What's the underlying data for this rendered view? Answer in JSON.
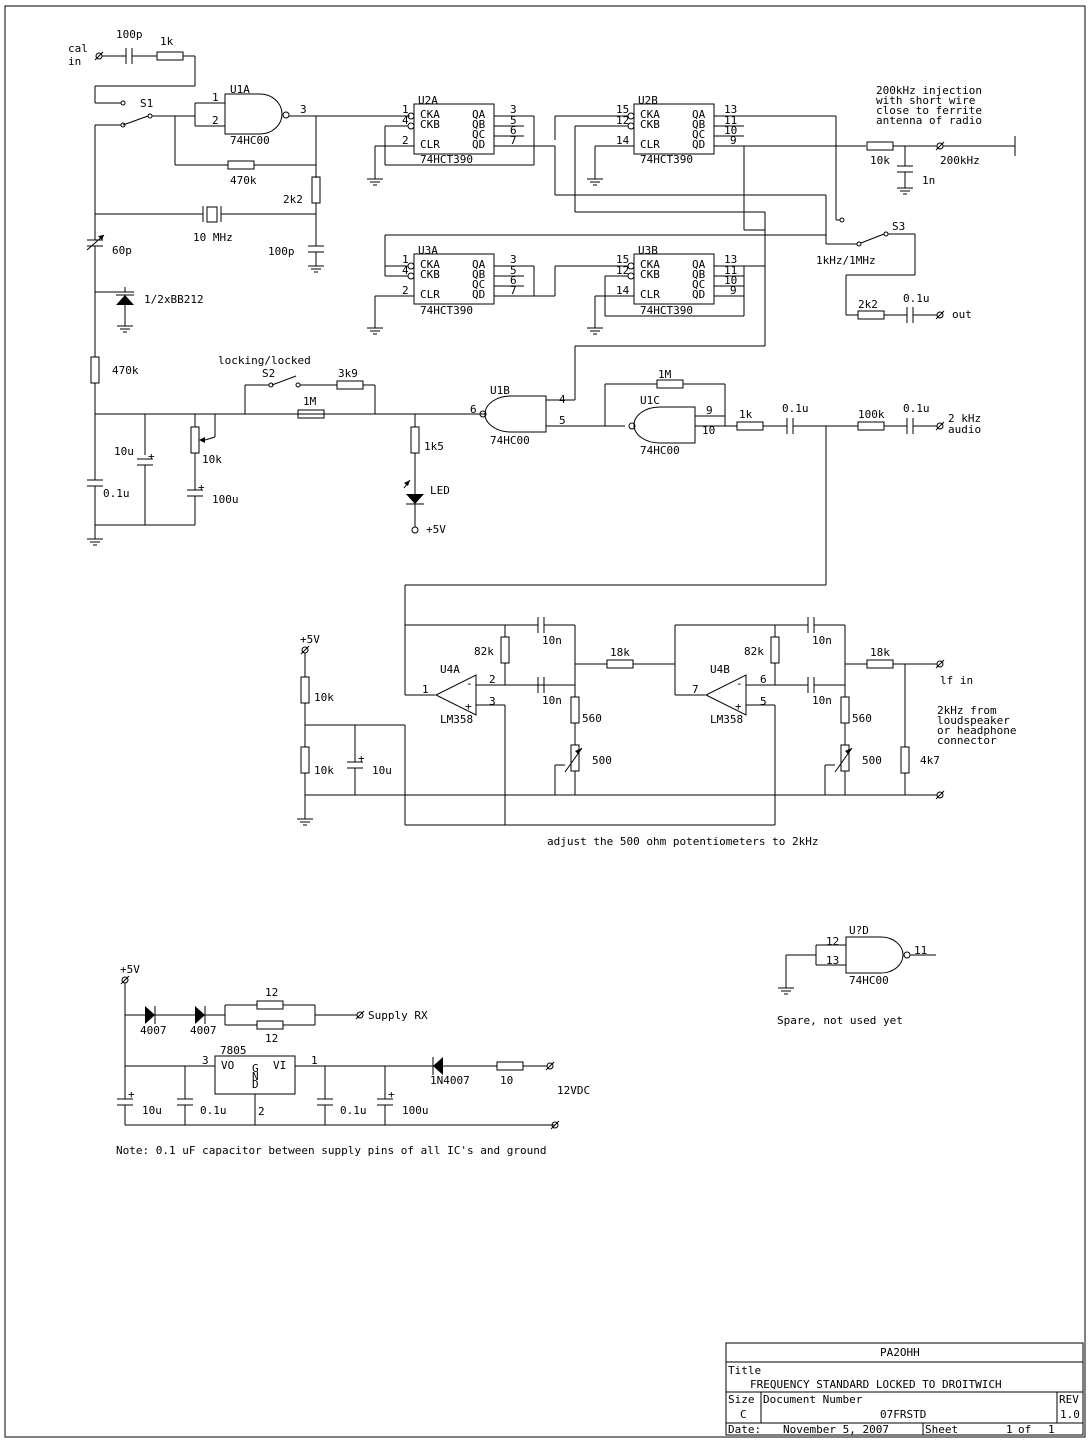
{
  "labels": {
    "cal_in_1": "cal",
    "cal_in_2": "in",
    "c_100p": "100p",
    "r_1k_top": "1k",
    "s1": "S1",
    "u1a": "U1A",
    "u1a_p1": "1",
    "u1a_p2": "2",
    "u1a_p3": "3",
    "u1a_part": "74HC00",
    "r_470k_fb": "470k",
    "r_2k2_osc": "2k2",
    "c_100p_osc": "100p",
    "xtal": "10 MHz",
    "c_60p": "60p",
    "varicap": "1/2xBB212",
    "r_470k_vc": "470k",
    "u2a": "U2A",
    "u2b": "U2B",
    "u3a": "U3A",
    "u3b": "U3B",
    "part_390": "74HCT390",
    "ckа": "CKA",
    "ckb": "CKB",
    "clr": "CLR",
    "qa": "QA",
    "qb": "QB",
    "qc": "QC",
    "qd": "QD",
    "pin1": "1",
    "pin2": "2",
    "pin3": "3",
    "pin4": "4",
    "pin5": "5",
    "pin6": "6",
    "pin7": "7",
    "pin9": "9",
    "pin10": "10",
    "pin11": "11",
    "pin12": "12",
    "pin13": "13",
    "pin14": "14",
    "pin15": "15",
    "inj_1": "200kHz injection",
    "inj_2": "with short wire",
    "inj_3": "close to ferrite",
    "inj_4": "antenna of radio",
    "r_10k_inj": "10k",
    "c_1n": "1n",
    "out_200k": "200kHz",
    "s3": "S3",
    "s3_label": "1kHz/1MHz",
    "r_2k2_out": "2k2",
    "c_01u_out": "0.1u",
    "out": "out",
    "lock_label": "locking/locked",
    "s2": "S2",
    "r_3k9": "3k9",
    "r_1m_lock": "1M",
    "u1b": "U1B",
    "u1c": "U1C",
    "u1b_part": "74HC00",
    "u1c_part": "74HC00",
    "r_1m_fb": "1M",
    "r_1k5": "1k5",
    "led": "LED",
    "plus5v": "+5V",
    "c_10u_a": "10u",
    "c_01u_a": "0.1u",
    "pot_10k": "10k",
    "c_100u": "100u",
    "r_1k_audio": "1k",
    "c_01u_audio": "0.1u",
    "r_100k": "100k",
    "c_01u_audio2": "0.1u",
    "audio_1": "2 kHz",
    "audio_2": "audio",
    "u4a": "U4A",
    "u4b": "U4B",
    "lm358": "LM358",
    "r_82k": "82k",
    "c_10n": "10n",
    "r_18k": "18k",
    "r_560": "560",
    "pot_500": "500",
    "r_10k_div": "10k",
    "c_10u_div": "10u",
    "r_4k7": "4k7",
    "lf_in": "lf in",
    "lf_1": "2kHz from",
    "lf_2": "loudspeaker",
    "lf_3": "or headphone",
    "lf_4": "connector",
    "adjust_note": "adjust the 500 ohm potentiometers to 2kHz",
    "u_spare": "U?D",
    "spare_note": "Spare, not used yet",
    "d_4007": "4007",
    "r_12": "12",
    "supply_rx": "Supply RX",
    "reg": "7805",
    "reg_vo": "VO",
    "reg_vi": "VI",
    "reg_gnd": "GND",
    "d_1n4007": "1N4007",
    "r_10": "10",
    "v12": "12VDC",
    "c_10u_psu": "10u",
    "c_01u_psu": "0.1u",
    "c_100u_psu": "100u",
    "supply_note": "Note: 0.1 uF capacitor between supply pins of all IC's and ground"
  },
  "title_block": {
    "company": "PA2OHH",
    "title_label": "Title",
    "title": "FREQUENCY STANDARD LOCKED TO DROITWICH",
    "size_label": "Size",
    "size": "C",
    "docnum_label": "Document Number",
    "docnum": "07FRSTD",
    "rev_label": "REV",
    "rev": "1.0",
    "date_label": "Date:",
    "date": "November  5, 2007",
    "sheet_label": "Sheet",
    "sheet": "1",
    "of_label": "of",
    "of": "1"
  }
}
